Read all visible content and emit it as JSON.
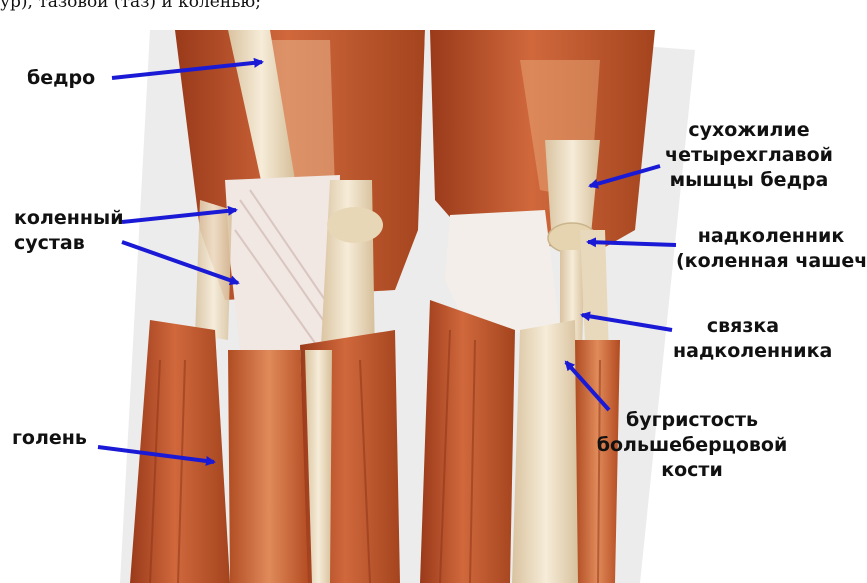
{
  "top_text": "ур), тазовой (таз) и коленью;",
  "colors": {
    "arrow": "#1a1ad6",
    "muscle": "#c0562c",
    "muscle_dark": "#8e3518",
    "tendon": "#efe1c8",
    "capsule": "#f2ebe6",
    "background": "#ffffff"
  },
  "labels": {
    "thigh": "бедро",
    "knee_joint_1": "коленный",
    "knee_joint_2": "сустав",
    "shin": "голень",
    "quad_tendon_1": "сухожилие",
    "quad_tendon_2": "четырехглавой",
    "quad_tendon_3": "мышцы бедра",
    "patella_1": "надколенник",
    "patella_2": "(коленная чашечка)",
    "patellar_lig_1": "связка",
    "patellar_lig_2": "надколенника",
    "tuberosity_1": "бугристость",
    "tuberosity_2": "большеберцовой",
    "tuberosity_3": "кости"
  }
}
